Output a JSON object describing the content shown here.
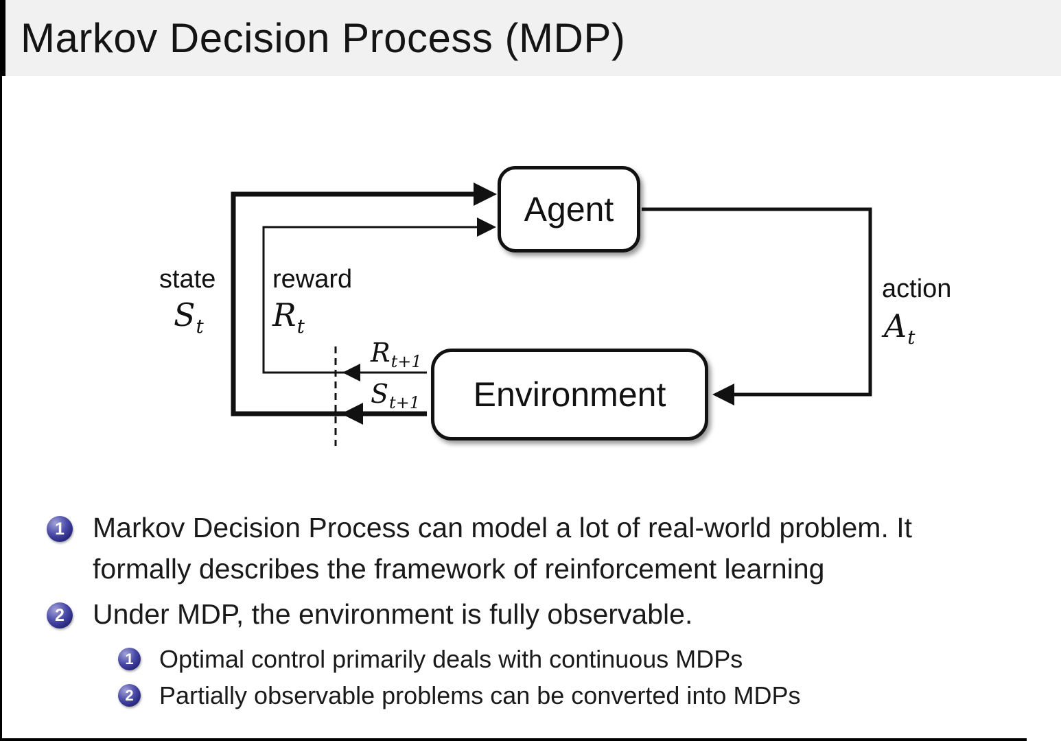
{
  "slide": {
    "title": "Markov Decision Process (MDP)"
  },
  "diagram": {
    "agent_label": "Agent",
    "environment_label": "Environment",
    "state_label": "state",
    "state_symbol": {
      "base": "S",
      "sub": "t"
    },
    "reward_label": "reward",
    "reward_symbol": {
      "base": "R",
      "sub": "t"
    },
    "action_label": "action",
    "action_symbol": {
      "base": "A",
      "sub": "t"
    },
    "next_reward_symbol": {
      "base": "R",
      "sub": "t+1"
    },
    "next_state_symbol": {
      "base": "S",
      "sub": "t+1"
    },
    "line_color": "#111111"
  },
  "bullets": [
    {
      "num": "1",
      "line1": "Markov Decision Process can model a lot of real-world problem. It",
      "line2": "formally describes the framework of reinforcement learning"
    },
    {
      "num": "2",
      "line1": "Under MDP, the environment is fully observable."
    }
  ],
  "subbullets": [
    {
      "num": "1",
      "text": "Optimal control primarily deals with continuous MDPs"
    },
    {
      "num": "2",
      "text": "Partially observable problems can be converted into MDPs"
    }
  ]
}
